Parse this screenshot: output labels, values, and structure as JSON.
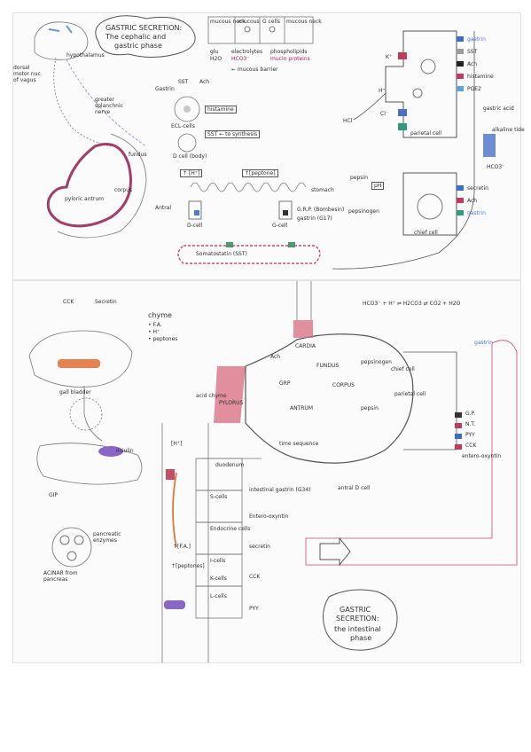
{
  "top": {
    "title_line1": "GASTRIC SECRETION:",
    "title_line2": "The cephalic and",
    "title_line3": "gastric phase",
    "cell_mucous_neck": "mucous neck",
    "cell_mucous": "mucous",
    "cell_g_cell": "G cells",
    "cell_mucous_neck2": "mucous neck",
    "row_labels": [
      "glu",
      "H2O",
      "electrolytes",
      "HCO3⁻",
      "phospholipids",
      "mucin proteins"
    ],
    "mucous_barrier": "← mucous barrier",
    "hypothalamus": "hypothalamus",
    "dorsal_vagus": "dorsal motor nuc. of vagus",
    "greater_splanchnic": "greater splanchnic nerve",
    "stomach_labels": [
      "fundus",
      "corpus",
      "pyloric antrum"
    ],
    "gastrin": "Gastrin",
    "sst": "SST",
    "ach": "Ach",
    "ecl_cells": "ECL-cells",
    "histamine": "histamine",
    "sst_synthesis": "SST ← to synthesis",
    "d_cell": "D cell (body)",
    "h_conc": "↑ [H⁺]",
    "peptones": "↑[peptone]",
    "d_cell2": "D-cell",
    "g_cell": "G-cell",
    "stomach_lumen": "stomach",
    "grp": "G.R.P. (Bombesin)",
    "gastrin_g17": "gastrin (G17)",
    "antral": "Antral",
    "somatostatin": "Somatostatin (SST)",
    "hcl": "HCl",
    "h_ion": "H⁺",
    "cl_ion": "Cl⁻",
    "k_ion": "K⁺",
    "parietal_cell": "parietal cell",
    "pepsin": "pepsin",
    "pepsinogen": "pepsinogen",
    "chief_cell": "chief cell",
    "ph": "pH",
    "receptor_labels": [
      "gastrin",
      "SST",
      "Ach",
      "histamine",
      "PGE2"
    ],
    "gastric_acid": "gastric acid",
    "alkaline_tide": "alkaline tide",
    "secretin": "secretin",
    "acetylcholine": "Ach",
    "gastrin2": "gastrin",
    "hco3": "HCO3⁻"
  },
  "bottom": {
    "title_line1": "GASTRIC",
    "title_line2": "SECRETION:",
    "title_line3": "the intestinal",
    "title_line4": "phase",
    "cck": "CCK",
    "secretin": "Secretin",
    "chyme": "chyme",
    "chyme_items": [
      "• F.A.",
      "• H⁺",
      "• peptones"
    ],
    "hco3_eq": "HCO3⁻ + H⁺ ⇌ H2CO3 ⇄ CO2 + H2O",
    "cardia": "CARDIA",
    "fundus": "FUNDUS",
    "corpus": "CORPUS",
    "antrum": "ANTRUM",
    "pylorus": "PYLORUS",
    "ach": "Ach",
    "grp": "GRP",
    "acid_chyme": "acid chyme",
    "insulin": "insulin",
    "duodenum": "duodenum",
    "s_cells": "S-cells",
    "endocrine_cells": "Endocrine cells",
    "i_cells": "I-cells",
    "k_cells": "K-cells",
    "l_cells": "L-cells",
    "intestinal_gastrin": "intestinal gastrin (G34)",
    "entero_oxyntin": "Entero-oxyntin",
    "secretin2": "secretin",
    "cck2": "CCK",
    "pyy": "PYY",
    "gip": "GIP",
    "acinar": "ACINAR from pancreas",
    "pancreatic_enzymes": "pancreatic enzymes",
    "h_conc": "[H⁺]",
    "fa": "↑[F.A.]",
    "pept": "↑[peptones]",
    "chief_cell": "chief cell",
    "parietal_cell": "parietal cell",
    "pepsinogen": "pepsinogen",
    "pepsin": "pepsin",
    "d_cell": "antral D cell",
    "receptor_labels": [
      "gastrin",
      "G.P.",
      "N.T.",
      "PYY",
      "CCK",
      "entero-oxyntin"
    ],
    "time_sequence": "time sequence",
    "gall_bladder": "gall bladder"
  }
}
